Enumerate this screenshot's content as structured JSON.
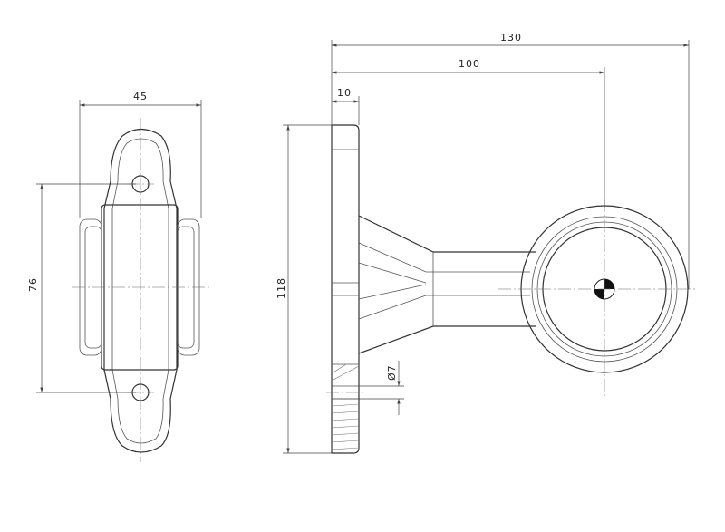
{
  "dimensions": {
    "front_width": "45",
    "front_hole_spacing": "76",
    "side_total_length": "130",
    "side_lamp_center": "100",
    "side_base_thickness": "10",
    "side_height": "118",
    "hole_diameter": "Ø7"
  }
}
